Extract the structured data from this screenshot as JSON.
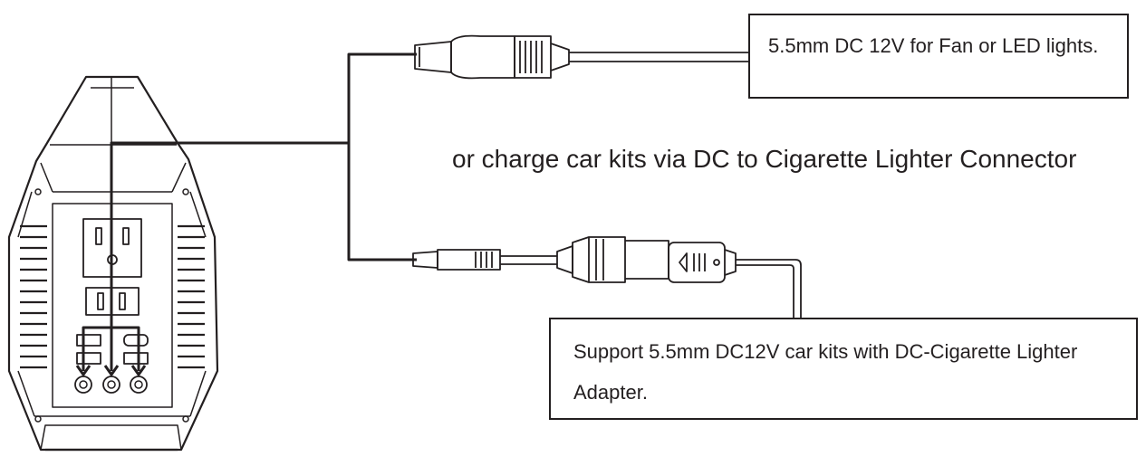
{
  "callouts": {
    "fan_led": "5.5mm DC 12V for Fan or LED lights.",
    "car_kits": "Support 5.5mm DC12V car kits with DC-Cigarette Lighter Adapter."
  },
  "caption": "or charge car kits via DC to Cigarette Lighter Connector",
  "colors": {
    "line": "#231f20",
    "background": "#ffffff"
  },
  "icons": {
    "device": "portable-power-station-icon",
    "dc_plug": "dc-barrel-plug-icon",
    "lighter_adapter": "cigarette-lighter-adapter-icon"
  }
}
